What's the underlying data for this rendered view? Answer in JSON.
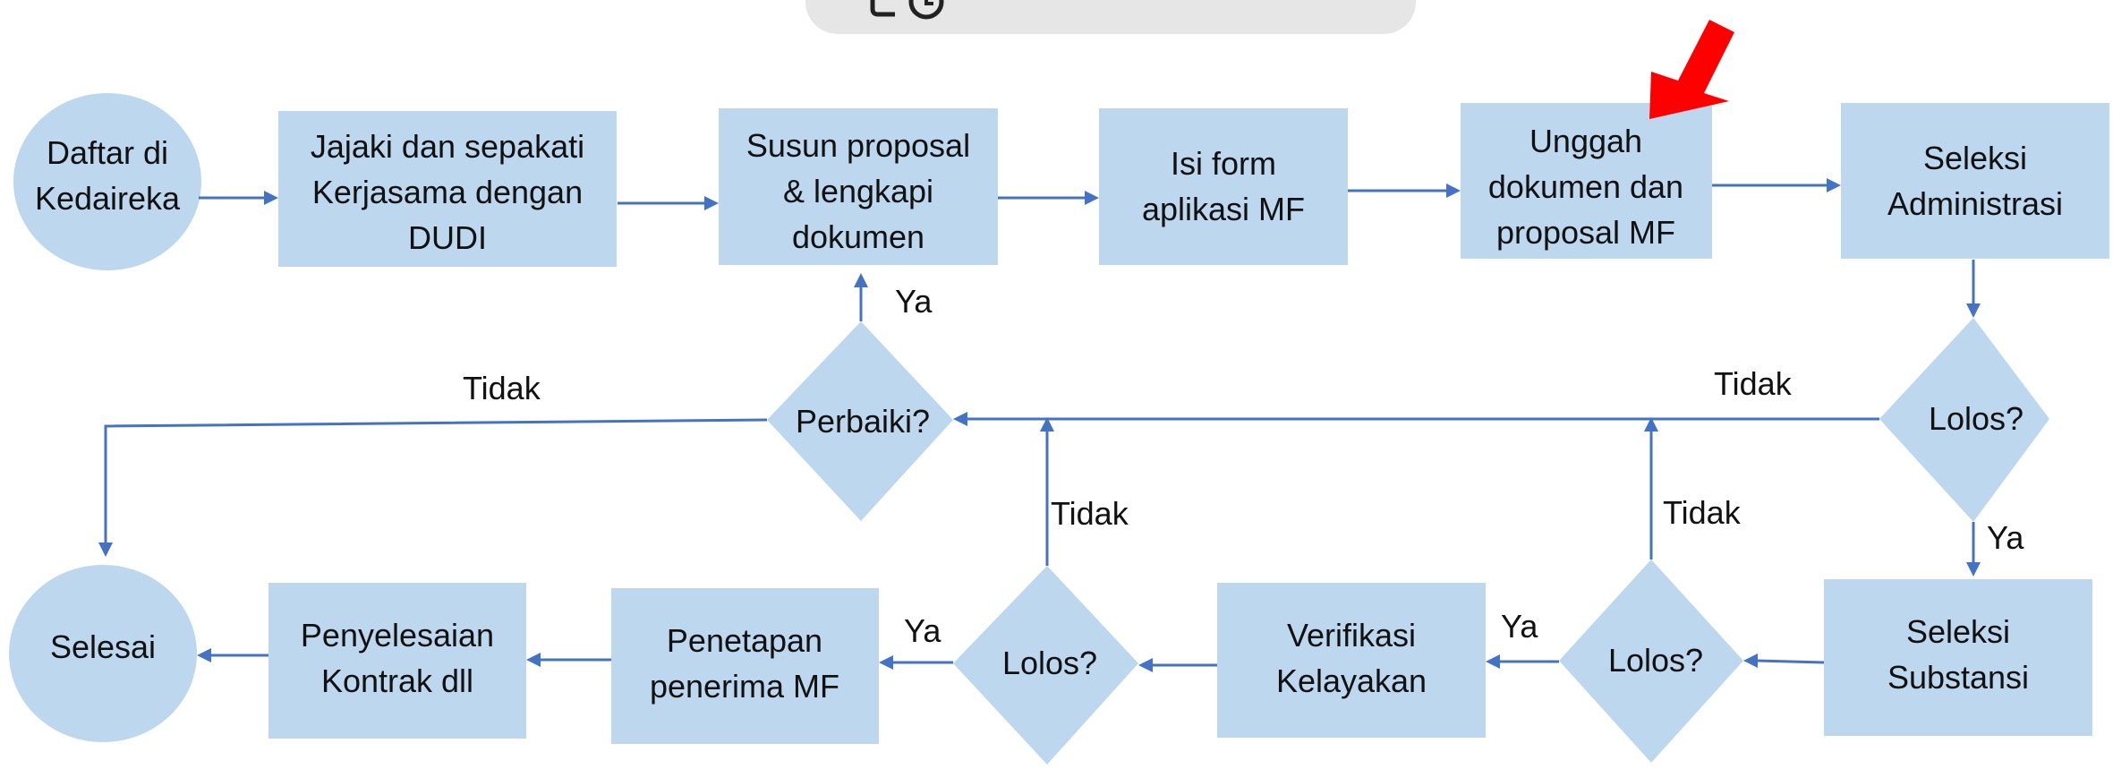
{
  "toolbar": {
    "partial_icon": "image-icon-cropped"
  },
  "nodes": {
    "start": [
      "Daftar di",
      "Kedaireka"
    ],
    "jajaki": [
      "Jajaki dan sepakati",
      "Kerjasama dengan",
      "DUDI"
    ],
    "susun": [
      "Susun proposal",
      "& lengkapi",
      "dokumen"
    ],
    "isi": [
      "Isi form",
      "aplikasi MF"
    ],
    "unggah": [
      "Unggah",
      "dokumen dan",
      "proposal MF"
    ],
    "seleksi_adm": [
      "Seleksi",
      "Administrasi"
    ],
    "lolos_adm": [
      "Lolos?"
    ],
    "perbaiki": [
      "Perbaiki?"
    ],
    "seleksi_sub": [
      "Seleksi",
      "Substansi"
    ],
    "lolos_sub": [
      "Lolos?"
    ],
    "verifikasi": [
      "Verifikasi",
      "Kelayakan"
    ],
    "lolos_ver": [
      "Lolos?"
    ],
    "penetapan": [
      "Penetapan",
      "penerima MF"
    ],
    "penyelesaian": [
      "Penyelesaian",
      "Kontrak dll"
    ],
    "selesai": [
      "Selesai"
    ]
  },
  "edge_labels": {
    "ya_perbaiki": "Ya",
    "tidak_perbaiki": "Tidak",
    "tidak_adm": "Tidak",
    "ya_adm": "Ya",
    "tidak_sub": "Tidak",
    "ya_sub": "Ya",
    "tidak_ver": "Tidak",
    "ya_ver": "Ya"
  },
  "colors": {
    "node_fill": "#bdd7ee",
    "connector": "#4472c4",
    "highlight_arrow": "#ff0000",
    "toolbar_bg": "#e6e6e6"
  }
}
